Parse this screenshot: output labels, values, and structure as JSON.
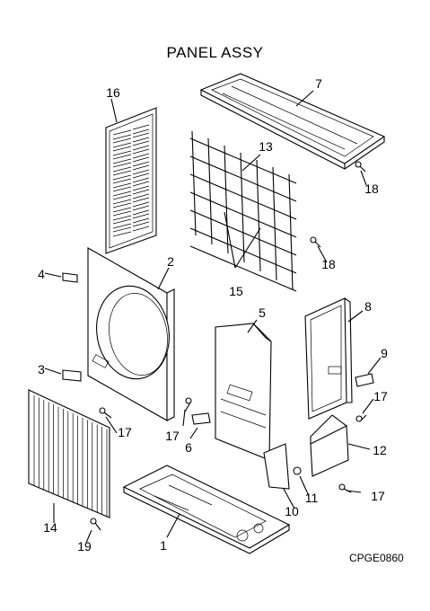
{
  "title": "PANEL ASSY",
  "drawing_code": "CPGE0860",
  "callouts": [
    "1",
    "2",
    "3",
    "4",
    "5",
    "6",
    "7",
    "8",
    "9",
    "10",
    "11",
    "12",
    "13",
    "14",
    "15",
    "16",
    "17",
    "18",
    "19"
  ]
}
